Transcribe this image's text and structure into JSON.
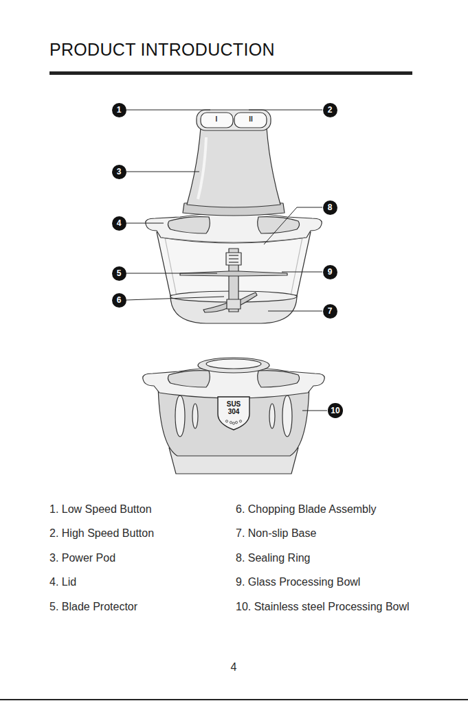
{
  "diagram": {
    "title": "PRODUCT INTRODUCTION",
    "nodes": [
      {
        "text": [
          "1"
        ]
      },
      {
        "text": [
          "2"
        ]
      },
      {
        "text": [
          "3"
        ]
      },
      {
        "text": [
          "8"
        ]
      },
      {
        "text": [
          "4"
        ]
      },
      {
        "text": [
          "5"
        ]
      },
      {
        "text": [
          "9"
        ]
      },
      {
        "text": [
          "6"
        ]
      },
      {
        "text": [
          "7"
        ]
      },
      {
        "text": [
          "SUS 304"
        ]
      },
      {
        "text": [
          "10"
        ]
      }
    ],
    "labels": [
      "I",
      "II",
      "1. Low Speed Button",
      "6. Chopping Blade Assembly",
      "2. High Speed Button",
      "7. Non-slip Base",
      "3. Power Pod",
      "8. Sealing Ring",
      "4. Lid",
      "9. Glass Processing Bowl",
      "5. Blade Protector",
      "10. Stainless steel Processing Bowl",
      "4"
    ]
  }
}
